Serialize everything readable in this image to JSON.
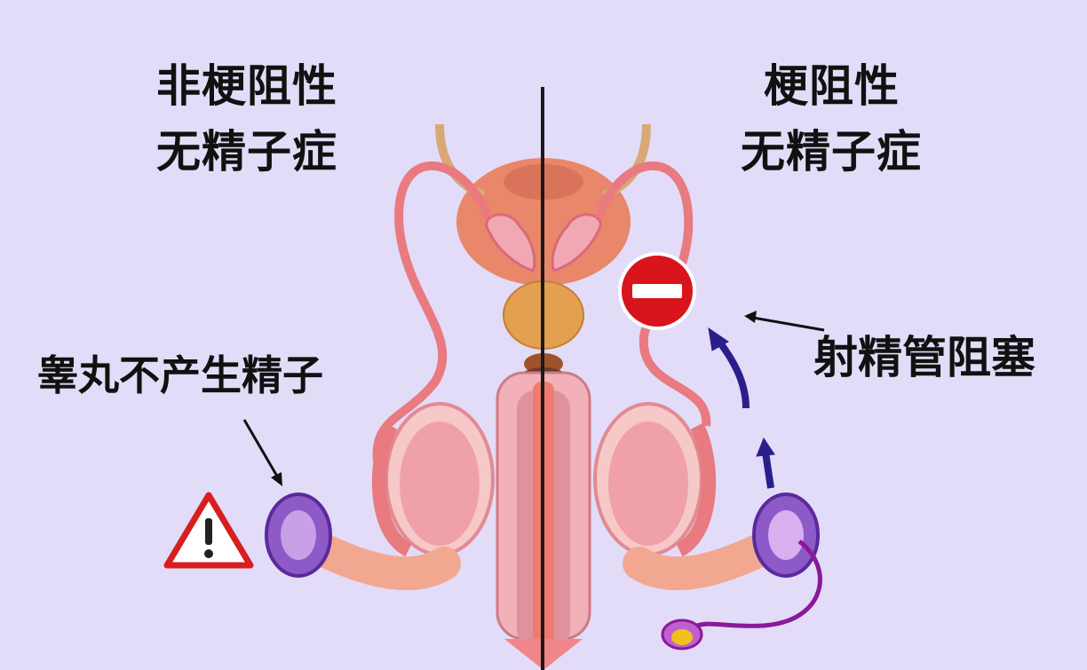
{
  "left": {
    "title_line1": "非梗阻性",
    "title_line2": "无精子症",
    "caption": "睾丸不产生精子",
    "warning_icon": "warning-triangle-icon"
  },
  "right": {
    "title_line1": "梗阻性",
    "title_line2": "无精子症",
    "caption": "射精管阻塞",
    "block_icon": "no-entry-icon"
  },
  "colors": {
    "background": "#e2dcf8",
    "tissue": "#f08a8a",
    "divider": "#1a1a1a",
    "arrow_blue": "#2a1f8a",
    "no_entry_red": "#d8141c"
  }
}
